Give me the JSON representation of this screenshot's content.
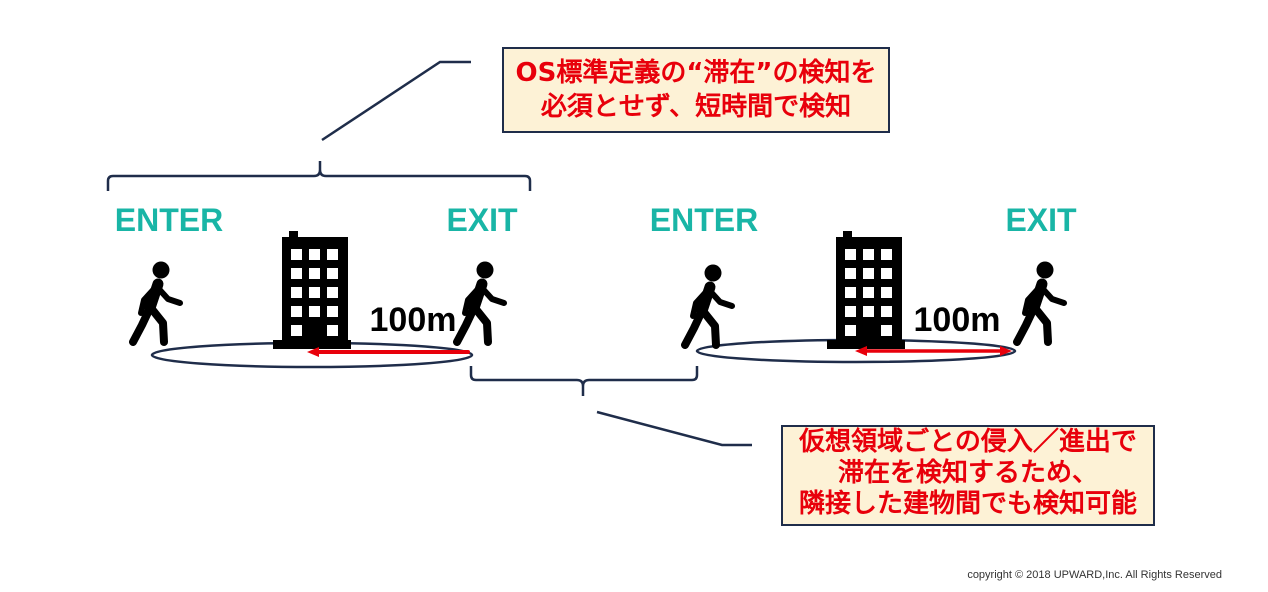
{
  "callouts": {
    "top": {
      "lines": [
        "OS標準定義の“滞在”の検知を",
        "必須とせず、短時間で検知"
      ]
    },
    "bottom": {
      "lines": [
        "仮想領域ごとの侵入／進出で",
        "滞在を検知するため、",
        "隣接した建物間でも検知可能"
      ]
    }
  },
  "scenarios": [
    {
      "enter_label": "ENTER",
      "exit_label": "EXIT",
      "radius_label": "100m",
      "icons": [
        "walking-person-icon",
        "office-building-icon",
        "walking-person-icon"
      ]
    },
    {
      "enter_label": "ENTER",
      "exit_label": "EXIT",
      "radius_label": "100m",
      "icons": [
        "walking-person-icon",
        "office-building-icon",
        "walking-person-icon"
      ]
    }
  ],
  "copyright": "copyright © 2018 UPWARD,Inc. All Rights Reserved",
  "colors": {
    "label": "#19b5a6",
    "callout_text": "#e8000b",
    "callout_bg": "#fdf2d6",
    "outline": "#1f2d4a",
    "arrow": "#e8000b",
    "icon": "#000000",
    "copyright": "#333333"
  }
}
